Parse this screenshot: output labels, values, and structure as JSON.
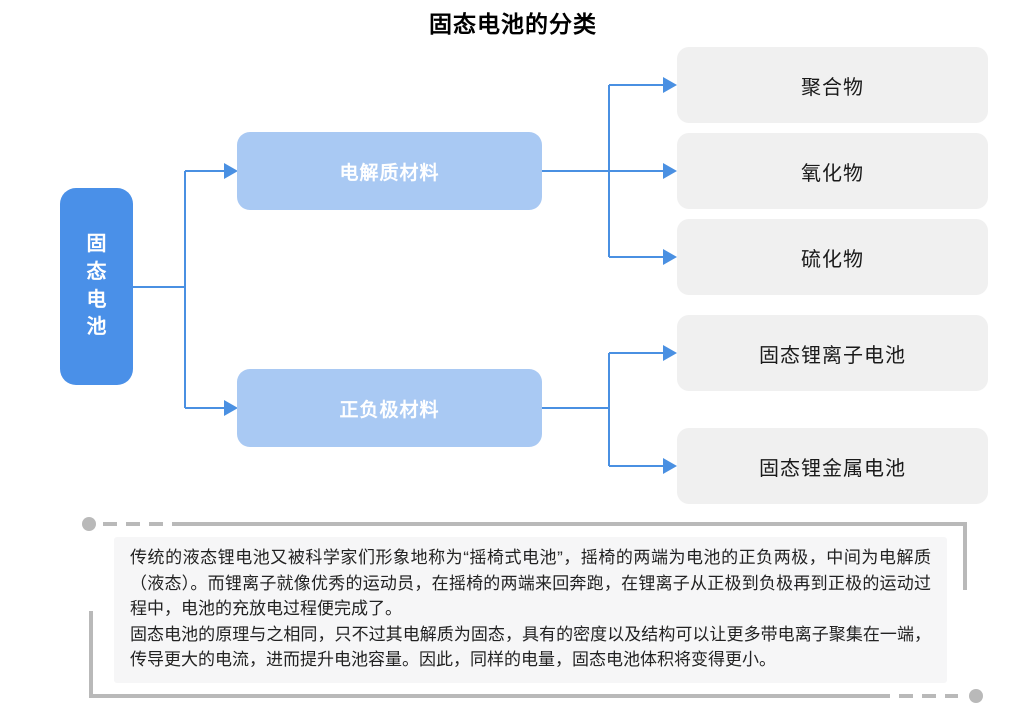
{
  "title": "固态电池的分类",
  "colors": {
    "root_blue": "#4a90e8",
    "branch_blue": "#a9c9f3",
    "leaf_gray": "#f0f0f0",
    "connector_blue": "#4a90e2",
    "frame_gray": "#b9b9b9",
    "note_bg": "#f6f6f7"
  },
  "tree": {
    "root": {
      "label": "固态电池"
    },
    "branches": [
      {
        "label": "电解质材料",
        "children": [
          "聚合物",
          "氧化物",
          "硫化物"
        ]
      },
      {
        "label": "正负极材料",
        "children": [
          "固态锂离子电池",
          "固态锂金属电池"
        ]
      }
    ]
  },
  "note": {
    "paragraphs": [
      "传统的液态锂电池又被科学家们形象地称为“摇椅式电池”，摇椅的两端为电池的正负两极，中间为电解质（液态）。而锂离子就像优秀的运动员，在摇椅的两端来回奔跑，在锂离子从正极到负极再到正极的运动过程中，电池的充放电过程便完成了。",
      "固态电池的原理与之相同，只不过其电解质为固态，具有的密度以及结构可以让更多带电离子聚集在一端，传导更大的电流，进而提升电池容量。因此，同样的电量，固态电池体积将变得更小。"
    ]
  }
}
